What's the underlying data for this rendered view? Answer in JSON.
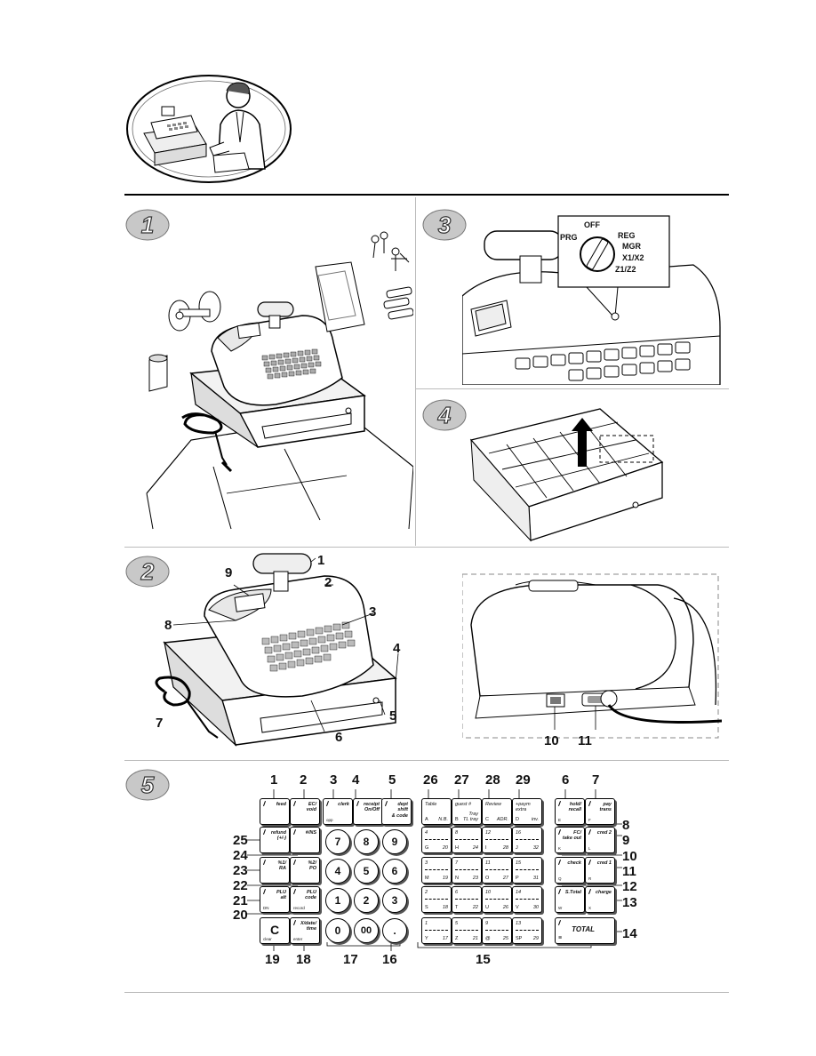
{
  "steps": [
    "1",
    "2",
    "3",
    "4",
    "5"
  ],
  "dial": {
    "labels": [
      "OFF",
      "PRG",
      "REG",
      "MGR",
      "X1/X2",
      "Z1/Z2"
    ]
  },
  "parts_callouts": [
    "1",
    "2",
    "3",
    "4",
    "5",
    "6",
    "7",
    "8",
    "9"
  ],
  "port_callouts": [
    "10",
    "11"
  ],
  "keyboard": {
    "callouts_top": [
      "1",
      "2",
      "3",
      "4",
      "5",
      "26",
      "27",
      "28",
      "29",
      "6",
      "7"
    ],
    "callouts_left": [
      "25",
      "24",
      "23",
      "22",
      "21",
      "20"
    ],
    "callouts_right": [
      "8",
      "9",
      "10",
      "11",
      "12",
      "13",
      "14"
    ],
    "callouts_bottom": [
      "19",
      "18",
      "17",
      "16",
      "15"
    ],
    "function_keys": [
      {
        "label": "feed",
        "sub": ""
      },
      {
        "label": "EC/\nvoid",
        "sub": ""
      },
      {
        "label": "clerk",
        "sub": "opp"
      },
      {
        "label": "receipt\nOn/Off",
        "sub": ""
      },
      {
        "label": "dept\nshift\n& code",
        "sub": ""
      },
      {
        "label": "refund\n(+/-)",
        "sub": ""
      },
      {
        "label": "#/NS",
        "sub": ""
      },
      {
        "label": "%1/\nRA",
        "sub": ""
      },
      {
        "label": "%2/\nPO",
        "sub": ""
      },
      {
        "label": "PLU\nalt",
        "sub": "DN"
      },
      {
        "label": "PLU\ncode",
        "sub": "record"
      },
      {
        "label": "C",
        "sub": "clear"
      },
      {
        "label": "X/date/\ntime",
        "sub": "enter"
      }
    ],
    "number_keys": [
      "7",
      "8",
      "9",
      "4",
      "5",
      "6",
      "1",
      "2",
      "3",
      "0",
      "00",
      "."
    ],
    "dept_keys": [
      {
        "top": "Table",
        "bl": "A",
        "br": "N.B."
      },
      {
        "top": "guest #",
        "bl": "B",
        "br": "Tray\nTL tray"
      },
      {
        "top": "Review",
        "bl": "C",
        "br": "ADR."
      },
      {
        "top": "+paym\nextra",
        "bl": "D",
        "br": "inv."
      },
      {
        "top": "4",
        "bl": "G",
        "br": "20"
      },
      {
        "top": "8",
        "bl": "H",
        "br": "24"
      },
      {
        "top": "12",
        "bl": "I",
        "br": "28"
      },
      {
        "top": "16",
        "bl": "J",
        "br": "32"
      },
      {
        "top": "3",
        "bl": "M",
        "br": "19"
      },
      {
        "top": "7",
        "bl": "N",
        "br": "23"
      },
      {
        "top": "11",
        "bl": "O",
        "br": "27"
      },
      {
        "top": "15",
        "bl": "P",
        "br": "31"
      },
      {
        "top": "2",
        "bl": "S",
        "br": "18"
      },
      {
        "top": "6",
        "bl": "T",
        "br": "22"
      },
      {
        "top": "10",
        "bl": "U",
        "br": "26"
      },
      {
        "top": "14",
        "bl": "V",
        "br": "30"
      },
      {
        "top": "1",
        "bl": "Y",
        "br": "17"
      },
      {
        "top": "5",
        "bl": "Z",
        "br": "21"
      },
      {
        "top": "9",
        "bl": "@",
        "br": "25"
      },
      {
        "top": "13",
        "bl": "SP",
        "br": "29"
      }
    ],
    "right_keys": [
      {
        "label": "hold/\nrecall",
        "sub": "E"
      },
      {
        "label": "pay\ntrans",
        "sub": "F"
      },
      {
        "label": "FC/\ntake out",
        "sub": "K"
      },
      {
        "label": "cred 2",
        "sub": "L"
      },
      {
        "label": "check",
        "sub": "Q"
      },
      {
        "label": "cred 1",
        "sub": "R"
      },
      {
        "label": "S.Total",
        "sub": "W"
      },
      {
        "label": "charge",
        "sub": "X"
      },
      {
        "label": "TOTAL",
        "sub": "≡"
      }
    ]
  }
}
